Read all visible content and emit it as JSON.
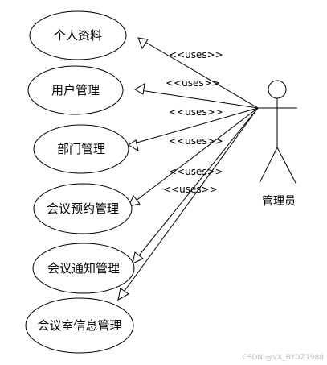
{
  "actor": {
    "label": "管理员"
  },
  "use_cases": [
    {
      "label": "个人资料"
    },
    {
      "label": "用户管理"
    },
    {
      "label": "部门管理"
    },
    {
      "label": "会议预约管理"
    },
    {
      "label": "会议通知管理"
    },
    {
      "label": "会议室信息管理"
    }
  ],
  "stereotype": "<<uses>>",
  "watermark": "CSDN @VX_BYDZ1988"
}
